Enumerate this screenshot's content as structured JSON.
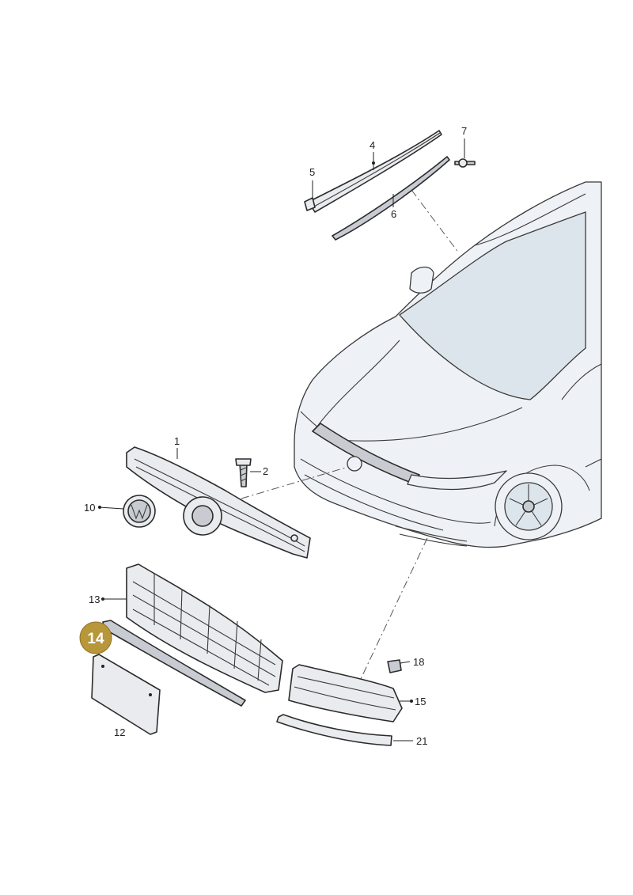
{
  "diagram": {
    "labels": {
      "p1": "1",
      "p2": "2",
      "p4": "4",
      "p5": "5",
      "p6": "6",
      "p7": "7",
      "p10": "10",
      "p12": "12",
      "p13": "13",
      "p15": "15",
      "p18": "18",
      "p21": "21"
    },
    "highlight": {
      "label": "14",
      "color": "#b8963a"
    }
  }
}
